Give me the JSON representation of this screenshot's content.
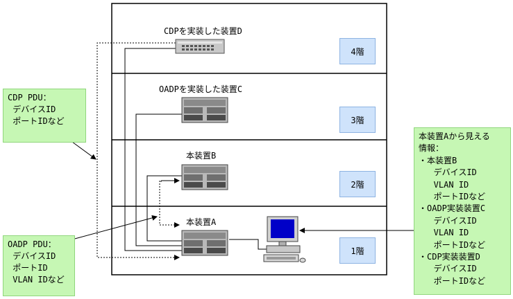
{
  "floors": [
    {
      "label": "4階"
    },
    {
      "label": "3階"
    },
    {
      "label": "2階"
    },
    {
      "label": "1階"
    }
  ],
  "devices": {
    "d": {
      "label": "CDPを実装した装置D"
    },
    "c": {
      "label": "OADPを実装した装置C"
    },
    "b": {
      "label": "本装置B"
    },
    "a": {
      "label": "本装置A"
    }
  },
  "notes": {
    "cdp": {
      "lines": [
        "CDP PDU：",
        " デバイスID",
        " ポートIDなど"
      ]
    },
    "oadp": {
      "lines": [
        "OADP PDU：",
        " デバイスID",
        " ポートID",
        " VLAN IDなど"
      ]
    },
    "info": {
      "lines": [
        "本装置Aから見える",
        "情報：",
        "・本装置B",
        "   デバイスID",
        "   VLAN ID",
        "   ポートIDなど",
        "・OADP実装装置C",
        "   デバイスID",
        "   VLAN ID",
        "   ポートIDなど",
        "・CDP実装装置D",
        "   デバイスID",
        "   ポートIDなど"
      ]
    }
  },
  "colors": {
    "floor_fill": "#cfe3fb",
    "note_fill": "#c6f7b4",
    "screen": "#0000c8"
  },
  "icons": [
    "switch-icon",
    "server-icon",
    "pc-icon"
  ]
}
